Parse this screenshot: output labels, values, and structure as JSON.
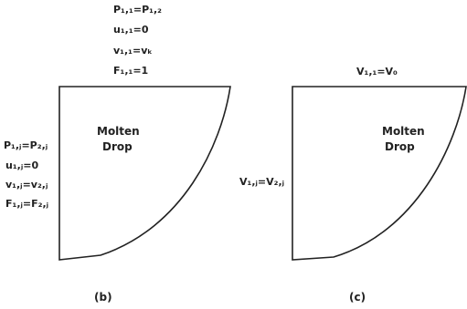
{
  "panel_b": {
    "top_bc": [
      "P",
      "u",
      "v",
      "F"
    ],
    "top_bc_text": [
      "P₁,₁=P₁,₂",
      "u₁,₁=0",
      "v₁,₁=vₖ",
      "F₁,₁=1"
    ],
    "left_bc_text": [
      "P₁,ⱼ=P₂,ⱼ",
      "u₁,ⱼ=0",
      "v₁,ⱼ=v₂,ⱼ",
      "F₁,ⱼ=F₂,ⱼ"
    ],
    "region_label": [
      "Molten",
      "Drop"
    ],
    "caption": "(b)"
  },
  "panel_c": {
    "top_bc_text": "V₁,₁=V₀",
    "left_bc_text": "V₁,ⱼ=V₂,ⱼ",
    "region_label": [
      "Molten",
      "Drop"
    ],
    "caption": "(c)"
  }
}
